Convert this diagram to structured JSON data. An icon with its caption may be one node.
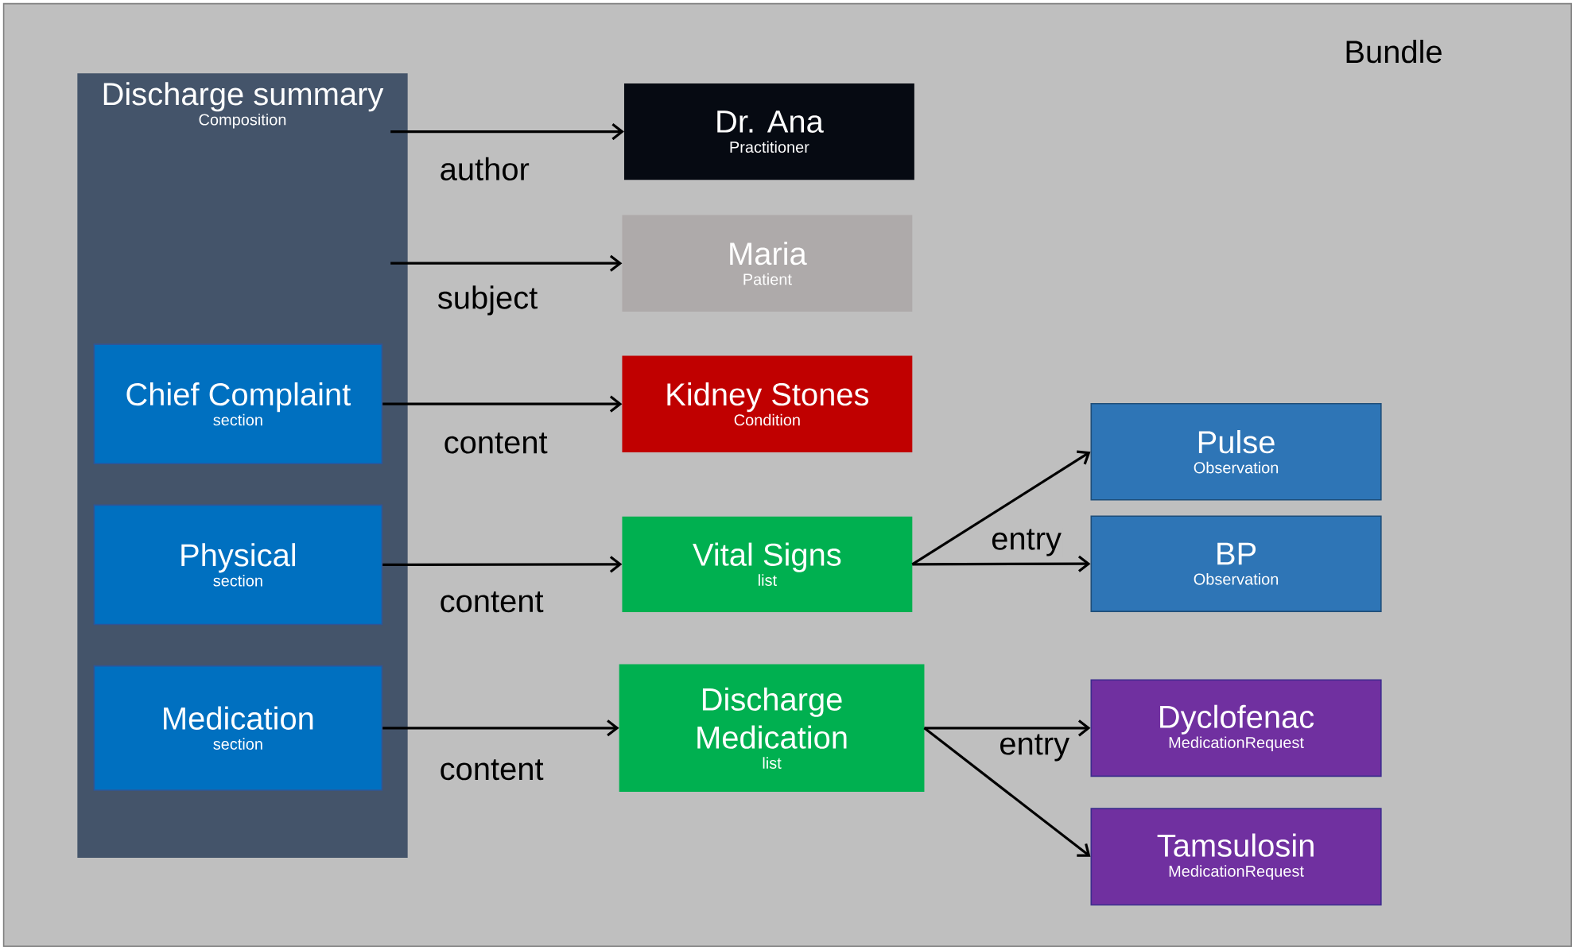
{
  "diagram": {
    "nodes": [
      {
        "text": [
          "Bundle"
        ]
      },
      {
        "text": [
          "Discharge summary",
          "Composition"
        ],
        "in": 0
      },
      {
        "text": [
          "Chief Complaint",
          "section"
        ],
        "in": 1
      },
      {
        "text": [
          "Physical",
          "section"
        ],
        "in": 1
      },
      {
        "text": [
          "Medication",
          "section"
        ],
        "in": 1
      },
      {
        "text": [
          "Dr. Ana",
          "Practitioner"
        ],
        "in": 0
      },
      {
        "text": [
          "Maria",
          "Patient"
        ],
        "in": 0
      },
      {
        "text": [
          "Kidney Stones",
          "Condition"
        ],
        "in": 0
      },
      {
        "text": [
          "Vital Signs",
          "list"
        ],
        "in": 0
      },
      {
        "text": [
          "Discharge Medication",
          "list"
        ],
        "in": 0
      },
      {
        "text": [
          "Pulse",
          "Observation"
        ],
        "in": 0
      },
      {
        "text": [
          "BP",
          "Observation"
        ],
        "in": 0
      },
      {
        "text": [
          "Dyclofenac",
          "MedicationRequest"
        ],
        "in": 0
      },
      {
        "text": [
          "Tamsulosin",
          "MedicationRequest"
        ],
        "in": 0
      }
    ],
    "edges": [
      {
        "from": 1,
        "to": 5,
        "arrow": "to",
        "label": "author"
      },
      {
        "from": 1,
        "to": 6,
        "arrow": "to",
        "label": "subject"
      },
      {
        "from": 2,
        "to": 7,
        "arrow": "to",
        "label": "content"
      },
      {
        "from": 3,
        "to": 8,
        "arrow": "to",
        "label": "content"
      },
      {
        "from": 4,
        "to": 9,
        "arrow": "to",
        "label": "content"
      },
      {
        "from": 8,
        "to": 10,
        "arrow": "to",
        "label": "entry"
      },
      {
        "from": 8,
        "to": 11,
        "arrow": "to"
      },
      {
        "from": 9,
        "to": 12,
        "arrow": "to",
        "label": "entry"
      },
      {
        "from": 9,
        "to": 13,
        "arrow": "to"
      }
    ]
  }
}
